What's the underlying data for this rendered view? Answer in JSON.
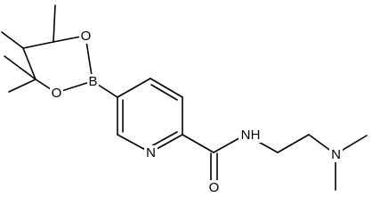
{
  "diagram": {
    "type": "chemical-structure",
    "atom_labels": {
      "o_ring_upper": "O",
      "o_ring_lower": "O",
      "boron": "B",
      "n_pyridine": "N",
      "carbonyl_o": "O",
      "amide_nh": "N",
      "amide_h": "H",
      "amine_n": "N"
    }
  }
}
